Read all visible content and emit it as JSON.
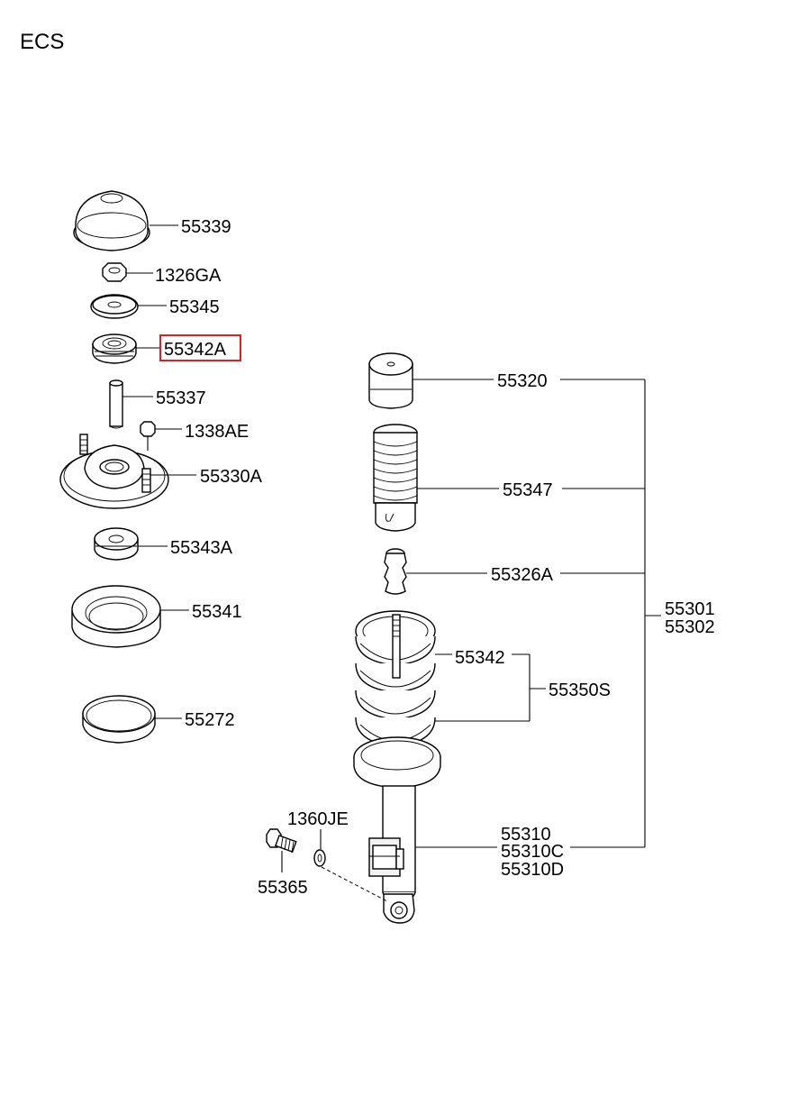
{
  "title": "ECS",
  "highlight_color": "#e02020",
  "labels": {
    "p55339": "55339",
    "p1326GA": "1326GA",
    "p55345": "55345",
    "p55342A": "55342A",
    "p55337": "55337",
    "p1338AE": "1338AE",
    "p55330A": "55330A",
    "p55343A": "55343A",
    "p55341": "55341",
    "p55272": "55272",
    "p55320": "55320",
    "p55347": "55347",
    "p55326A": "55326A",
    "p55301": "55301",
    "p55302": "55302",
    "p55342": "55342",
    "p55350S": "55350S",
    "p55310": "55310",
    "p55310C": "55310C",
    "p55310D": "55310D",
    "p1360JE": "1360JE",
    "p55365": "55365"
  },
  "highlighted_part": "55342A"
}
